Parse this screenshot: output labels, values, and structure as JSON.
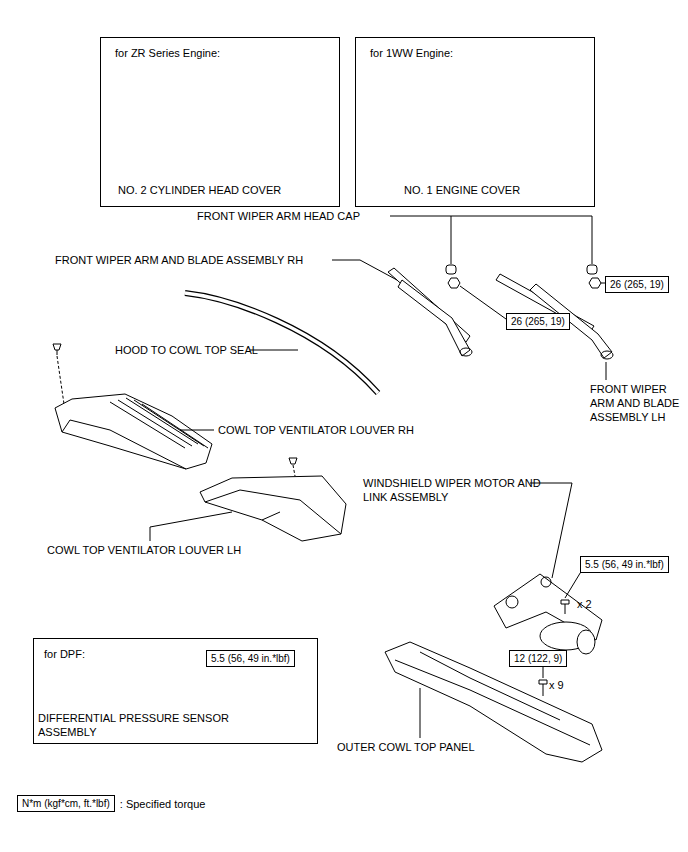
{
  "diagram": {
    "nodes": [
      {
        "text": [
          "for ZR Series Engine:",
          "NO. 2 CYLINDER HEAD COVER"
        ]
      },
      {
        "text": [
          "for 1WW Engine:",
          "NO. 1 ENGINE COVER"
        ]
      },
      {
        "text": [
          "26 (265, 19)"
        ]
      },
      {
        "text": [
          "26 (265, 19)"
        ]
      },
      {
        "text": [
          "5.5 (56, 49 in.*lbf)"
        ]
      },
      {
        "text": [
          "for DPF:",
          "DIFFERENTIAL PRESSURE SENSOR ASSEMBLY"
        ]
      },
      {
        "text": [
          "5.5 (56, 49 in.*lbf)"
        ],
        "in": 5
      },
      {
        "text": [
          "12 (122, 9)"
        ]
      },
      {
        "text": [
          "N*m (kgf*cm, ft.*lbf)"
        ]
      }
    ],
    "labels": [
      "FRONT WIPER ARM HEAD CAP",
      "FRONT WIPER ARM AND BLADE ASSEMBLY RH",
      "HOOD TO COWL TOP SEAL",
      "COWL TOP VENTILATOR LOUVER RH",
      "FRONT WIPER ARM AND BLADE ASSEMBLY LH",
      "WINDSHIELD WIPER MOTOR AND LINK ASSEMBLY",
      "COWL TOP VENTILATOR LOUVER LH",
      "x 2",
      "x 9",
      "OUTER COWL TOP PANEL",
      ": Specified torque"
    ]
  }
}
